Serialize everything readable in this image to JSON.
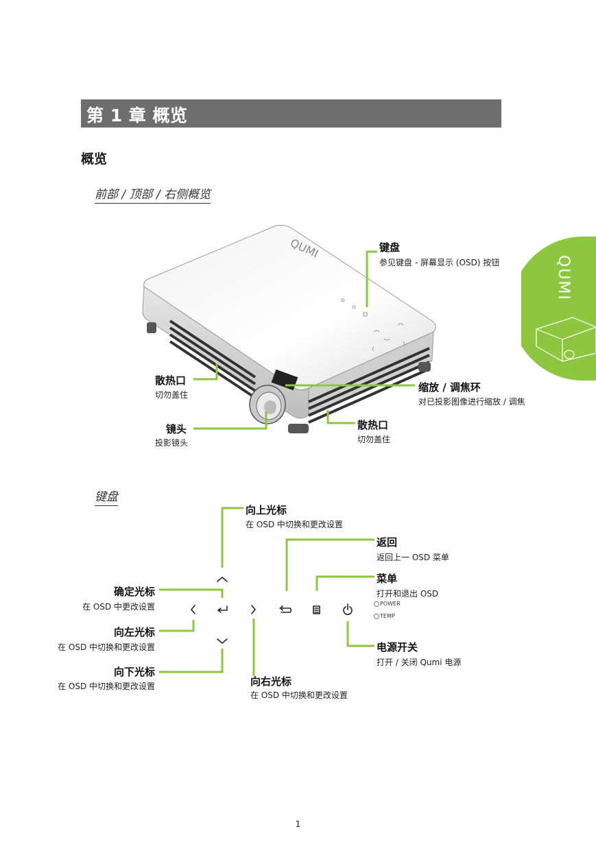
{
  "chapter": {
    "title": "第 1 章  概览"
  },
  "section": {
    "title": "概览"
  },
  "overview": {
    "subtitle": "前部 / 顶部 / 右侧概览",
    "callouts": {
      "keyboard": {
        "label": "键盘",
        "desc": "参见键盘 - 屏幕显示 (OSD) 按钮"
      },
      "vent_left": {
        "label": "散热口",
        "desc": "切勿盖住"
      },
      "lens": {
        "label": "镜头",
        "desc": "投影镜头"
      },
      "zoom_focus": {
        "label": "缩放 / 调焦环",
        "desc": "对已投影图像进行缩放 / 调焦"
      },
      "vent_right": {
        "label": "散热口",
        "desc": "切勿盖住"
      }
    },
    "projector_logo": "QUMI"
  },
  "keypad": {
    "subtitle": "键盘",
    "callouts": {
      "up": {
        "label": "向上光标",
        "desc": "在 OSD 中切换和更改设置"
      },
      "back": {
        "label": "返回",
        "desc": "返回上一 OSD 菜单"
      },
      "menu": {
        "label": "菜单",
        "desc": "打开和退出 OSD"
      },
      "enter": {
        "label": "确定光标",
        "desc": "在 OSD 中更改设置"
      },
      "left": {
        "label": "向左光标",
        "desc": "在 OSD 中切换和更改设置"
      },
      "down": {
        "label": "向下光标",
        "desc": "在 OSD 中切换和更改设置"
      },
      "right": {
        "label": "向右光标",
        "desc": "在 OSD 中切换和更改设置"
      },
      "power": {
        "label": "电源开关",
        "desc": "打开 / 关闭 Qumi 电源"
      }
    },
    "leds": {
      "power": "POWER",
      "temp": "TEMP"
    },
    "icons": [
      "chevron-up-icon",
      "chevron-left-icon",
      "enter-icon",
      "chevron-right-icon",
      "back-icon",
      "menu-icon",
      "power-icon",
      "chevron-down-icon"
    ]
  },
  "side_tab": {
    "text": "QUMI",
    "color": "#8dc63f"
  },
  "colors": {
    "accent": "#8dc63f",
    "chapter_bar": "#6e6e6e"
  },
  "page_number": "1"
}
